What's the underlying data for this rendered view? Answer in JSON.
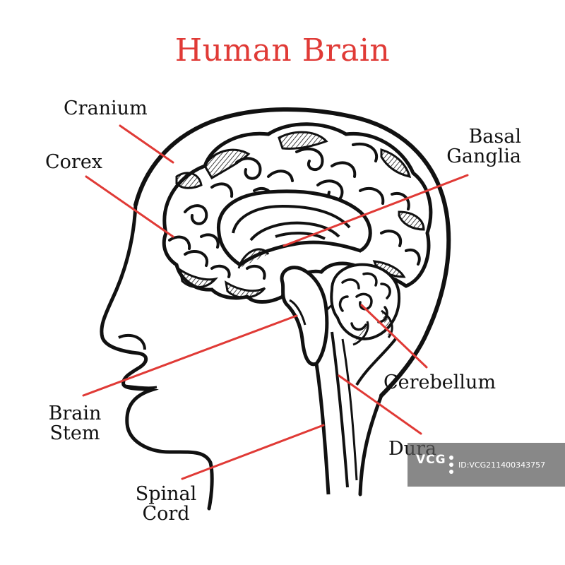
{
  "title": "Human Brain",
  "colors": {
    "title": "#e03a36",
    "leader": "#e03a36",
    "ink": "#111111"
  },
  "labels": {
    "cranium": "Cranium",
    "corex": "Corex",
    "basal_line1": "Basal",
    "basal_line2": "Ganglia",
    "cerebellum": "Cerebellum",
    "brain_stem_line1": "Brain",
    "brain_stem_line2": "Stem",
    "dura": "Dura",
    "spinal_line1": "Spinal",
    "spinal_line2": "Cord"
  },
  "watermark": {
    "logo": "VCG",
    "id": "ID:VCG211400343757"
  }
}
